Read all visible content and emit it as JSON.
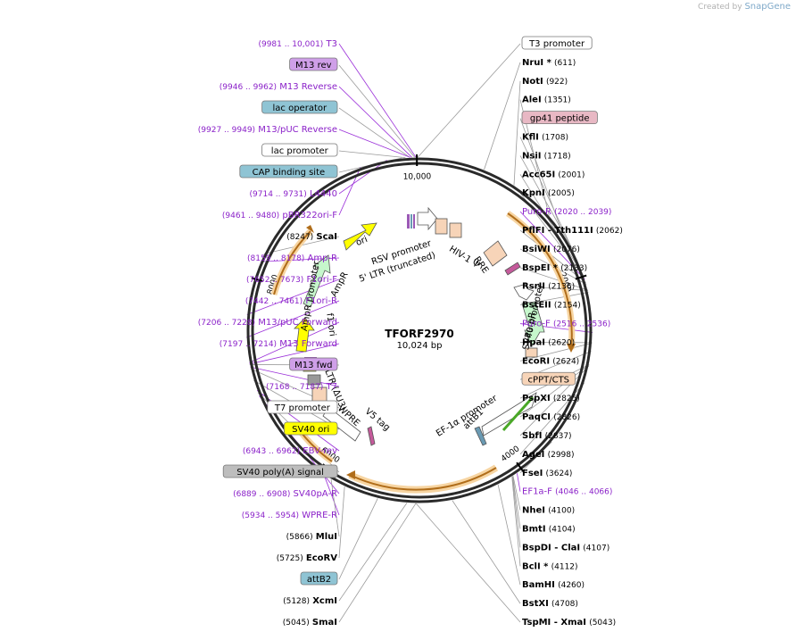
{
  "credit": {
    "prefix": "Created by",
    "brand": "SnapGene"
  },
  "plasmid": {
    "name": "TFORF2970",
    "size": "10,024 bp"
  },
  "ticks": [
    {
      "label": "10,000",
      "bp": 10000
    },
    {
      "label": "2000",
      "bp": 2000
    },
    {
      "label": "4000",
      "bp": 4000
    },
    {
      "label": "6000",
      "bp": 6000
    },
    {
      "label": "8000",
      "bp": 8000
    }
  ],
  "left_labels": [
    {
      "kind": "primer",
      "name": "T3",
      "pos": "(9981 .. 10,001)",
      "bp": 9991
    },
    {
      "kind": "box",
      "name": "M13 rev",
      "fill": "#cf9fe8",
      "bp": 9980
    },
    {
      "kind": "primer",
      "name": "M13 Reverse",
      "pos": "(9946 .. 9962)",
      "bp": 9954
    },
    {
      "kind": "box",
      "name": "lac operator",
      "fill": "#8fc4d4",
      "bp": 9935
    },
    {
      "kind": "primer",
      "name": "M13/pUC Reverse",
      "pos": "(9927 .. 9949)",
      "bp": 9938
    },
    {
      "kind": "box",
      "name": "lac promoter",
      "fill": "#ffffff",
      "bp": 9895
    },
    {
      "kind": "box",
      "name": "CAP binding site",
      "fill": "#8fc4d4",
      "bp": 9860
    },
    {
      "kind": "primer",
      "name": "L4440",
      "pos": "(9714 .. 9731)",
      "bp": 9722
    },
    {
      "kind": "primer",
      "name": "pBR322ori-F",
      "pos": "(9461 .. 9480)",
      "bp": 9470
    },
    {
      "kind": "enzyme",
      "name": "ScaI",
      "pos": "(8247)",
      "bp": 8247
    },
    {
      "kind": "primer",
      "name": "Amp-R",
      "pos": "(8159 .. 8178)",
      "bp": 8168
    },
    {
      "kind": "primer",
      "name": "F1ori-F",
      "pos": "(7652 .. 7673)",
      "bp": 7662
    },
    {
      "kind": "primer",
      "name": "F1ori-R",
      "pos": "(7442 .. 7461)",
      "bp": 7451
    },
    {
      "kind": "primer",
      "name": "M13/pUC Forward",
      "pos": "(7206 .. 7228)",
      "bp": 7217
    },
    {
      "kind": "primer",
      "name": "M13 Forward",
      "pos": "(7197 .. 7214)",
      "bp": 7205
    },
    {
      "kind": "box",
      "name": "M13 fwd",
      "fill": "#cf9fe8",
      "bp": 7200
    },
    {
      "kind": "primer",
      "name": "T7",
      "pos": "(7168 .. 7187)",
      "bp": 7177
    },
    {
      "kind": "box",
      "name": "T7 promoter",
      "fill": "#ffffff",
      "bp": 7160
    },
    {
      "kind": "box",
      "name": "SV40 ori",
      "fill": "#ffff00",
      "bp": 7050
    },
    {
      "kind": "primer",
      "name": "EBV-rev",
      "pos": "(6943 .. 6962)",
      "bp": 6952
    },
    {
      "kind": "box",
      "name": "SV40 poly(A) signal",
      "fill": "#bdbdbd",
      "bp": 6930
    },
    {
      "kind": "primer",
      "name": "SV40pA-R",
      "pos": "(6889 .. 6908)",
      "bp": 6898
    },
    {
      "kind": "primer",
      "name": "WPRE-R",
      "pos": "(5934 .. 5954)",
      "bp": 5944
    },
    {
      "kind": "enzyme",
      "name": "MluI",
      "pos": "(5866)",
      "bp": 5866
    },
    {
      "kind": "enzyme",
      "name": "EcoRV",
      "pos": "(5725)",
      "bp": 5725
    },
    {
      "kind": "box",
      "name": "attB2",
      "fill": "#8fc4d4",
      "bp": 5400
    },
    {
      "kind": "enzyme",
      "name": "XcmI",
      "pos": "(5128)",
      "bp": 5128
    },
    {
      "kind": "enzyme",
      "name": "SmaI",
      "pos": "(5045)",
      "bp": 5045
    }
  ],
  "right_labels": [
    {
      "kind": "box",
      "name": "T3 promoter",
      "fill": "#ffffff",
      "bp": 10010
    },
    {
      "kind": "enzyme",
      "name": "NruI *",
      "pos": "(611)",
      "bp": 611
    },
    {
      "kind": "enzyme",
      "name": "NotI",
      "pos": "(922)",
      "bp": 922
    },
    {
      "kind": "enzyme",
      "name": "AleI",
      "pos": "(1351)",
      "bp": 1351
    },
    {
      "kind": "box",
      "name": "gp41 peptide",
      "fill": "#e8b8c4",
      "bp": 1550
    },
    {
      "kind": "enzyme",
      "name": "KflI",
      "pos": "(1708)",
      "bp": 1708
    },
    {
      "kind": "enzyme",
      "name": "NsiI",
      "pos": "(1718)",
      "bp": 1718
    },
    {
      "kind": "enzyme",
      "name": "Acc65I",
      "pos": "(2001)",
      "bp": 2001
    },
    {
      "kind": "enzyme",
      "name": "KpnI",
      "pos": "(2005)",
      "bp": 2005
    },
    {
      "kind": "primer",
      "name": "Puro-R",
      "pos": "(2020 .. 2039)",
      "bp": 2030
    },
    {
      "kind": "enzyme",
      "name": "PflFI - Tth111I",
      "pos": "(2062)",
      "bp": 2062
    },
    {
      "kind": "enzyme",
      "name": "BsiWI",
      "pos": "(2076)",
      "bp": 2076
    },
    {
      "kind": "enzyme",
      "name": "BspEI *",
      "pos": "(2133)",
      "bp": 2133
    },
    {
      "kind": "enzyme",
      "name": "RsrII",
      "pos": "(2136)",
      "bp": 2136
    },
    {
      "kind": "enzyme",
      "name": "BstEII",
      "pos": "(2154)",
      "bp": 2154
    },
    {
      "kind": "primer",
      "name": "Puro-F",
      "pos": "(2516 .. 2536)",
      "bp": 2526
    },
    {
      "kind": "enzyme",
      "name": "HpaI",
      "pos": "(2620)",
      "bp": 2620
    },
    {
      "kind": "enzyme",
      "name": "EcoRI",
      "pos": "(2624)",
      "bp": 2624
    },
    {
      "kind": "box",
      "name": "cPPT/CTS",
      "fill": "#f7d4b8",
      "bp": 2700
    },
    {
      "kind": "enzyme",
      "name": "PspXI",
      "pos": "(2825)",
      "bp": 2825
    },
    {
      "kind": "enzyme",
      "name": "PaqCI",
      "pos": "(2826)",
      "bp": 2826
    },
    {
      "kind": "enzyme",
      "name": "SbfI",
      "pos": "(2837)",
      "bp": 2837
    },
    {
      "kind": "enzyme",
      "name": "AgeI",
      "pos": "(2998)",
      "bp": 2998
    },
    {
      "kind": "enzyme",
      "name": "FseI",
      "pos": "(3624)",
      "bp": 3624
    },
    {
      "kind": "primer",
      "name": "EF1a-F",
      "pos": "(4046 .. 4066)",
      "bp": 4056
    },
    {
      "kind": "enzyme",
      "name": "NheI",
      "pos": "(4100)",
      "bp": 4100
    },
    {
      "kind": "enzyme",
      "name": "BmtI",
      "pos": "(4104)",
      "bp": 4104
    },
    {
      "kind": "enzyme",
      "name": "BspDI - ClaI",
      "pos": "(4107)",
      "bp": 4107
    },
    {
      "kind": "enzyme",
      "name": "BclI *",
      "pos": "(4112)",
      "bp": 4112
    },
    {
      "kind": "enzyme",
      "name": "BamHI",
      "pos": "(4260)",
      "bp": 4260
    },
    {
      "kind": "enzyme",
      "name": "BstXI",
      "pos": "(4708)",
      "bp": 4708
    },
    {
      "kind": "enzyme",
      "name": "TspMI - XmaI",
      "pos": "(5043)",
      "bp": 5043
    }
  ],
  "inner_labels": [
    "RSV promoter",
    "5' LTR (truncated)",
    "HIV-1 Ψ",
    "RRE",
    "SV40 promoter",
    "PuroR",
    "EF-1α promoter",
    "attB1",
    "V5 tag",
    "WPRE",
    "3' LTR (ΔU3)",
    "f1 ori",
    "AmpR promoter",
    "AmpR",
    "ori"
  ]
}
